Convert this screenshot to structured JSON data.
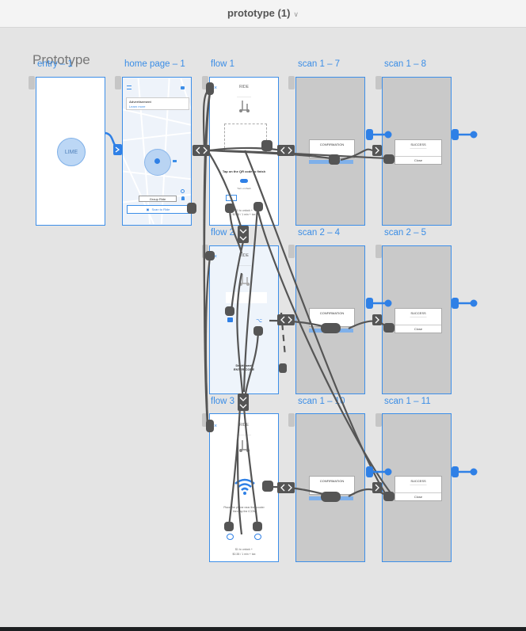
{
  "window": {
    "title": "prototype (1)"
  },
  "canvas": {
    "title": "Prototype"
  },
  "colors": {
    "accent": "#3c8ee8",
    "wire": "#555555",
    "blue_wire": "#2f80e6"
  },
  "artboards": {
    "entry": {
      "label": "entry – 1",
      "logo": "LIME"
    },
    "home": {
      "label": "home page – 1",
      "ad_title": "Advertisement",
      "ad_link": "Learn more",
      "group_ride": "Group Ride",
      "scan_to_ride": "Scan to Ride"
    },
    "flow1": {
      "label": "flow 1",
      "header": "RIDE",
      "instruction": "Tap on the QR code to finish",
      "option": "Turn on flash",
      "price_line1": "$1 to unlock +",
      "price_line2": "$0.38 / 1 min + tax"
    },
    "flow2": {
      "label": "flow 2",
      "header": "RIDE",
      "bottom_line1": "Dashboard",
      "bottom_line2": "ENTER CODE"
    },
    "flow3": {
      "label": "flow 3",
      "header": "RIDE",
      "hint_line1": "Place the phone near the scooter",
      "hint_line2": "then tap the ICON",
      "price_line1": "$1 to unlock +",
      "price_line2": "$0.38 / 1 min + tax"
    },
    "scan17": {
      "label": "scan 1 – 7",
      "dialog": "CONFIRMATION"
    },
    "scan18": {
      "label": "scan 1 – 8",
      "dialog": "SUCCESS",
      "close": "Close"
    },
    "scan24": {
      "label": "scan 2 – 4",
      "dialog": "CONFIRMATION"
    },
    "scan25": {
      "label": "scan 2 – 5",
      "dialog": "SUCCESS",
      "close": "Close"
    },
    "scan110": {
      "label": "scan 1 – 10",
      "dialog": "CONFIRMATION"
    },
    "scan111": {
      "label": "scan 1 – 11",
      "dialog": "SUCCESS",
      "close": "Close"
    }
  }
}
